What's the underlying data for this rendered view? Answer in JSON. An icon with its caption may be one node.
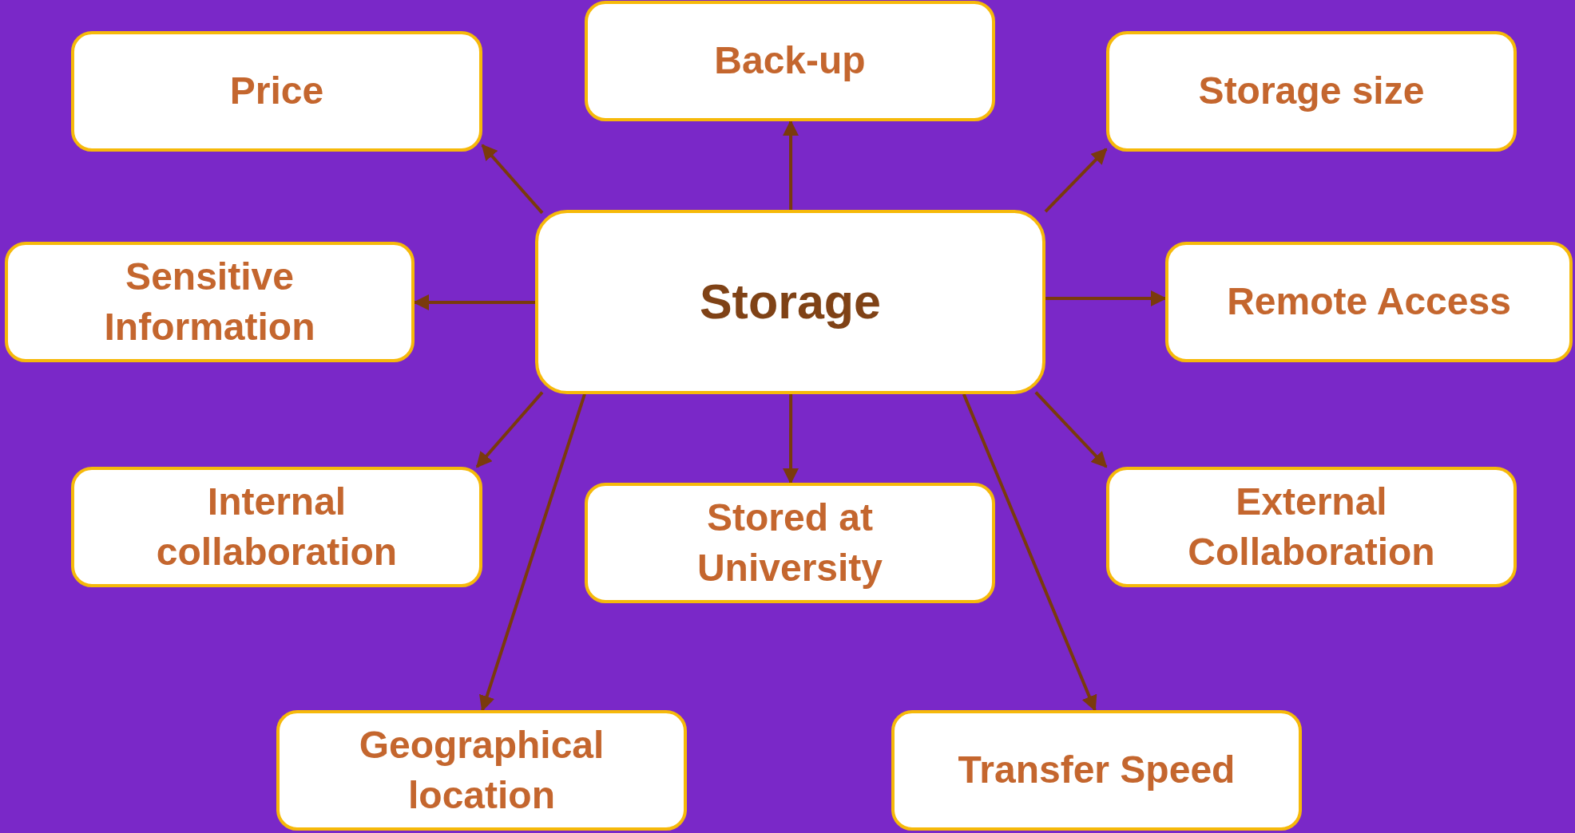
{
  "diagram": {
    "nodes": [
      {
        "text": [
          "Storage"
        ]
      },
      {
        "text": [
          "Price"
        ]
      },
      {
        "text": [
          "Back-up"
        ]
      },
      {
        "text": [
          "Storage size"
        ]
      },
      {
        "text": [
          "Sensitive Information"
        ]
      },
      {
        "text": [
          "Remote Access"
        ]
      },
      {
        "text": [
          "Internal collaboration"
        ]
      },
      {
        "text": [
          "Stored at University"
        ]
      },
      {
        "text": [
          "External Collaboration"
        ]
      },
      {
        "text": [
          "Geographical location"
        ]
      },
      {
        "text": [
          "Transfer Speed"
        ]
      }
    ],
    "edges": [
      {
        "from": 0,
        "to": 1,
        "arrow": "to"
      },
      {
        "from": 0,
        "to": 2,
        "arrow": "to"
      },
      {
        "from": 0,
        "to": 3,
        "arrow": "to"
      },
      {
        "from": 0,
        "to": 4,
        "arrow": "to"
      },
      {
        "from": 0,
        "to": 5,
        "arrow": "to"
      },
      {
        "from": 0,
        "to": 6,
        "arrow": "to"
      },
      {
        "from": 0,
        "to": 7,
        "arrow": "to"
      },
      {
        "from": 0,
        "to": 8,
        "arrow": "to"
      },
      {
        "from": 0,
        "to": 9,
        "arrow": "to"
      },
      {
        "from": 0,
        "to": 10,
        "arrow": "to"
      }
    ]
  }
}
